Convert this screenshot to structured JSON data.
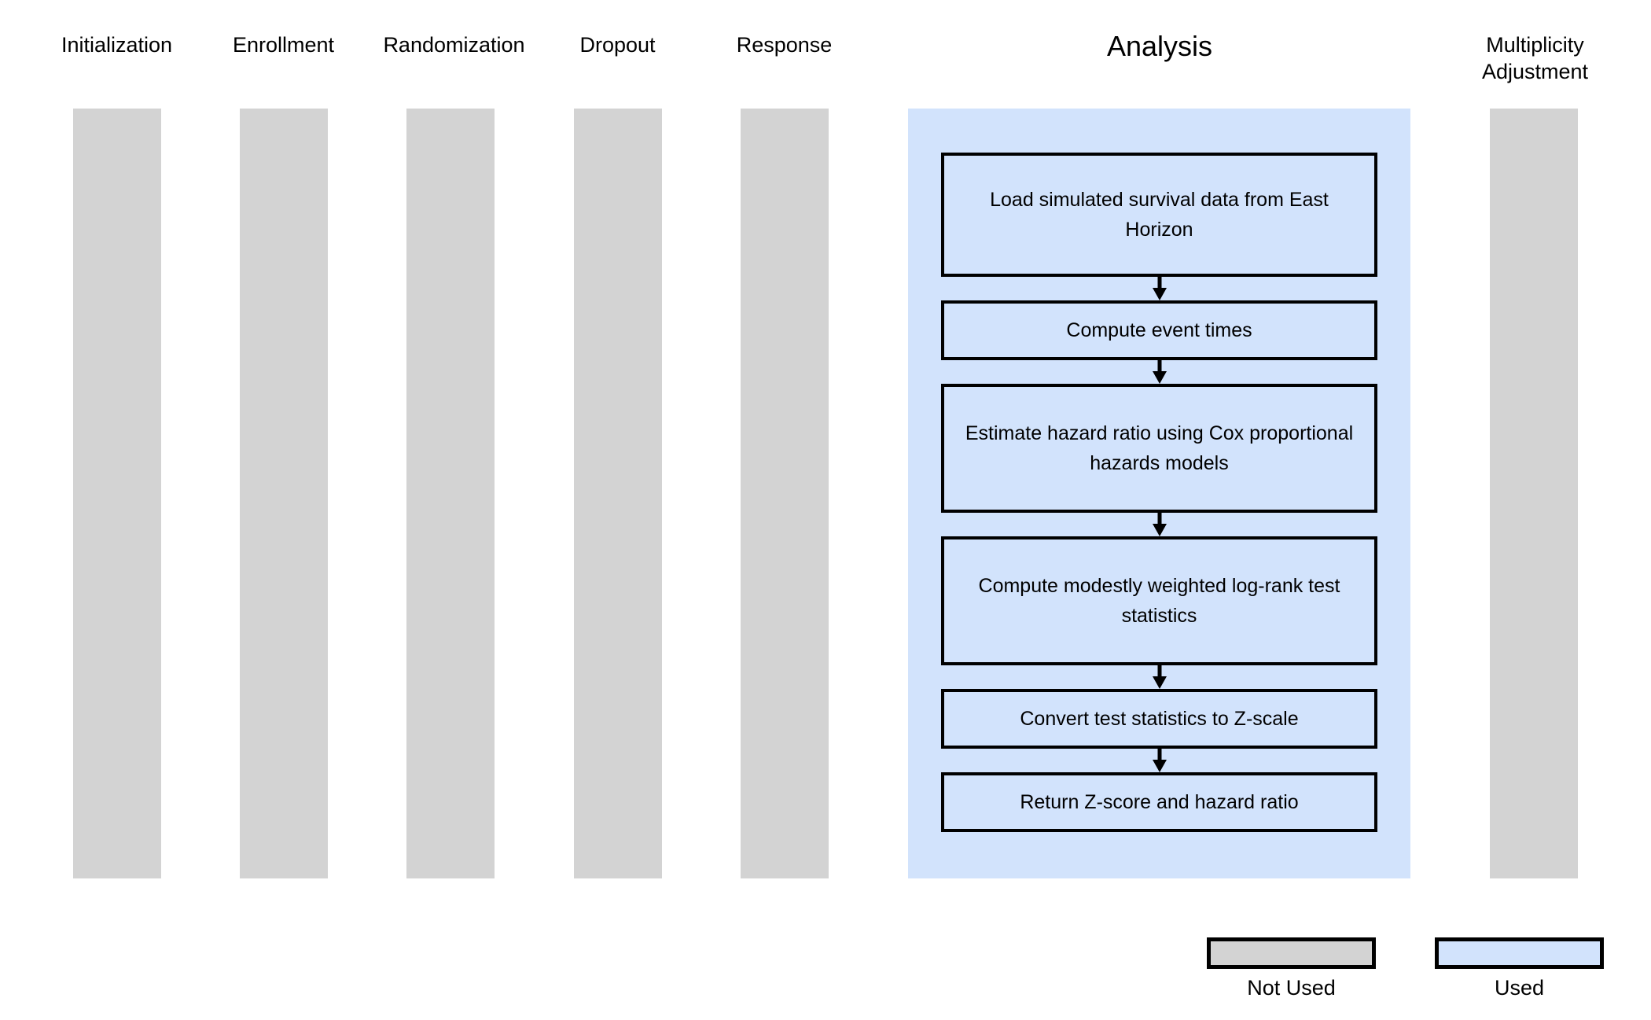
{
  "diagram": {
    "title": "Clinical trial simulation swimlane diagram",
    "colors": {
      "not_used_fill": "#d3d3d3",
      "used_fill": "#d2e3fc",
      "border": "#000000",
      "background": "#ffffff",
      "text": "#000000"
    }
  },
  "lanes": [
    {
      "label": "Initialization",
      "state": "Not Used",
      "fill": "#d3d3d3"
    },
    {
      "label": "Enrollment",
      "state": "Not Used",
      "fill": "#d3d3d3"
    },
    {
      "label": "Randomization",
      "state": "Not Used",
      "fill": "#d3d3d3"
    },
    {
      "label": "Dropout",
      "state": "Not Used",
      "fill": "#d3d3d3"
    },
    {
      "label": "Response",
      "state": "Not Used",
      "fill": "#d3d3d3"
    },
    {
      "label": "Analysis",
      "state": "Used",
      "fill": "#d2e3fc"
    },
    {
      "label": "Multiplicity\nAdjustment",
      "state": "Not Used",
      "fill": "#d3d3d3"
    }
  ],
  "lane_titles": {
    "initialization": "Initialization",
    "enrollment": "Enrollment",
    "randomization": "Randomization",
    "dropout": "Dropout",
    "response": "Response",
    "analysis": "Analysis",
    "multiplicity_line1": "Multiplicity",
    "multiplicity_line2": "Adjustment"
  },
  "flow": {
    "lane": "Analysis",
    "steps": [
      {
        "index": 1,
        "label": "Load simulated survival data from East Horizon"
      },
      {
        "index": 2,
        "label": "Compute event times"
      },
      {
        "index": 3,
        "label": "Estimate hazard ratio using Cox proportional hazards models"
      },
      {
        "index": 4,
        "label": "Compute modestly weighted log-rank test statistics"
      },
      {
        "index": 5,
        "label": "Convert test statistics to Z-scale"
      },
      {
        "index": 6,
        "label": "Return Z-score and hazard ratio"
      }
    ]
  },
  "legend": {
    "items": [
      {
        "label": "Not Used",
        "fill": "#d3d3d3"
      },
      {
        "label": "Used",
        "fill": "#d2e3fc"
      }
    ]
  }
}
